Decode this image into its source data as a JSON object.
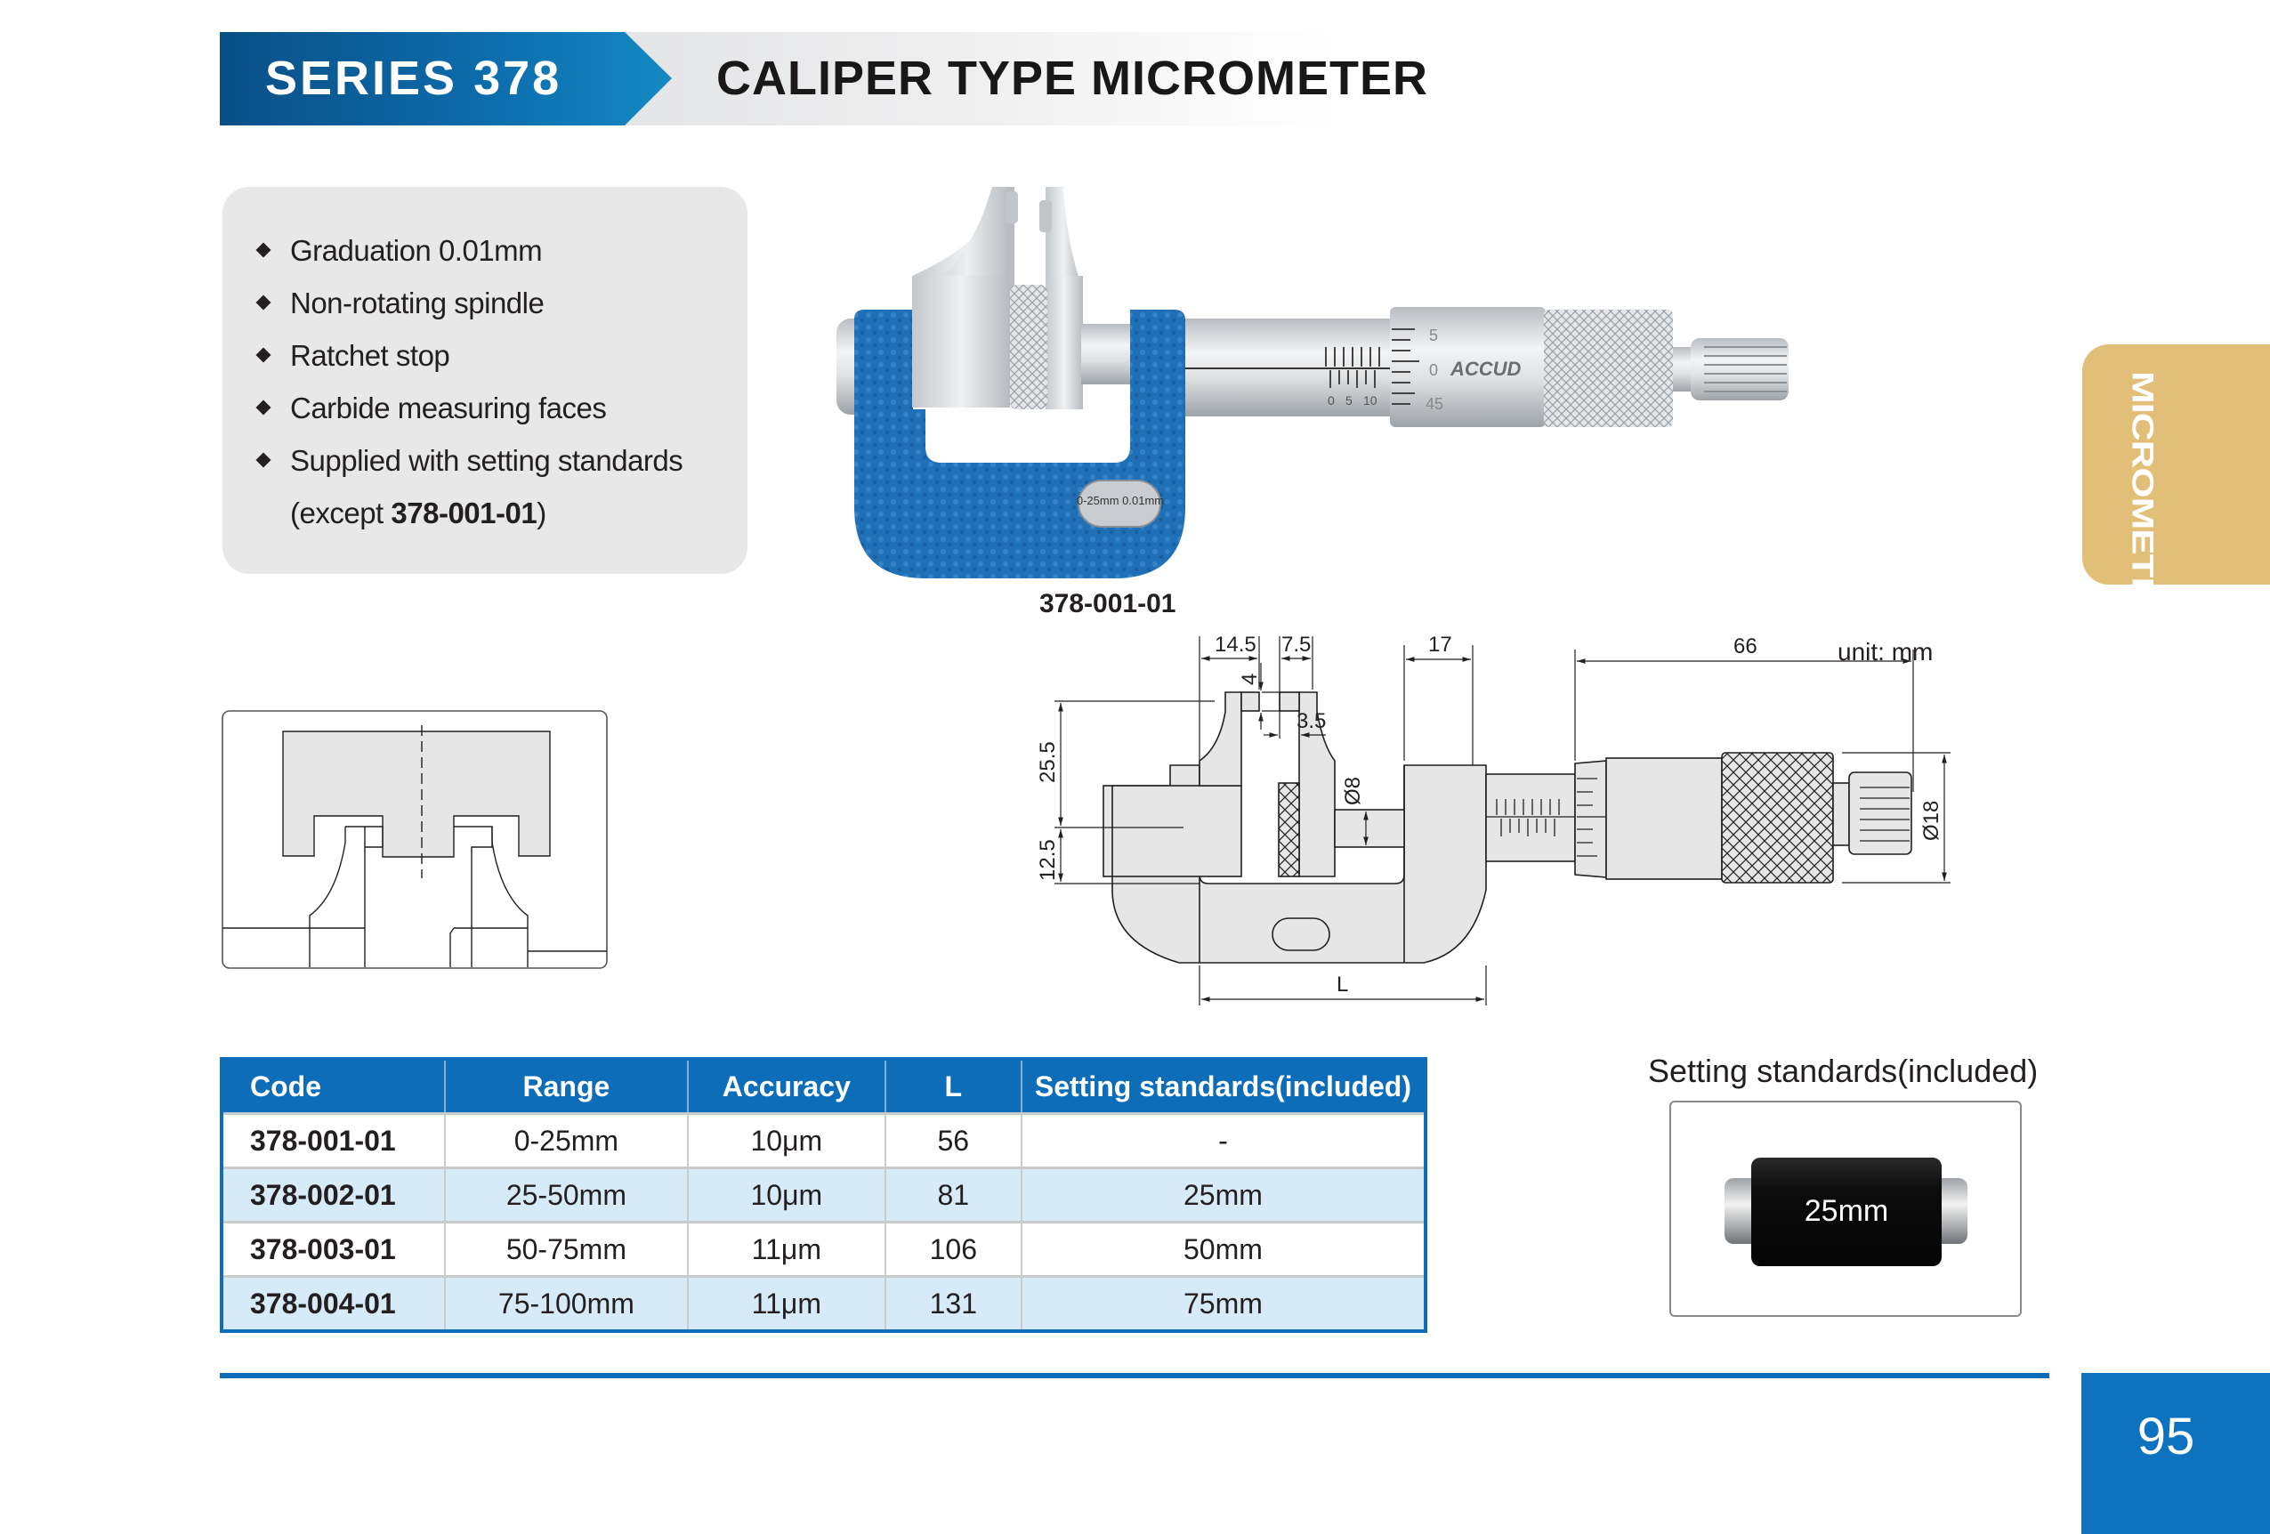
{
  "header": {
    "series_label": "SERIES 378",
    "title": "CALIPER TYPE MICROMETER",
    "colors": {
      "series_band": "#0c6aa9",
      "title_band": "#e4e5e7"
    }
  },
  "features": {
    "items": [
      {
        "text": "Graduation 0.01mm"
      },
      {
        "text": "Non-rotating spindle"
      },
      {
        "text": "Ratchet stop"
      },
      {
        "text": "Carbide measuring faces"
      },
      {
        "text": "Supplied with setting standards"
      }
    ],
    "note_prefix": "(except ",
    "note_code": "378-001-01",
    "note_suffix": ")",
    "bullet_icon": "diamond-bullet"
  },
  "product_photo": {
    "caption": "378-001-01",
    "nameplate": "0-25mm 0.01mm",
    "brand": "ACCUD",
    "thimble_marks": [
      "5",
      "0",
      "45"
    ],
    "sleeve_marks": [
      "0",
      "5",
      "10"
    ],
    "frame_color": "#1f6fb5"
  },
  "drawing": {
    "unit_label": "unit: mm",
    "dimensions": {
      "jaw_width": "14.5",
      "tip_width": "7.5",
      "tip_height": "4",
      "tip_offset": "3.5",
      "jaw_height": "25.5",
      "lower_height": "12.5",
      "spindle_dia": "Ø8",
      "sleeve_length": "17",
      "head_length": "66",
      "thimble_dia": "Ø18",
      "frame_length": "L"
    }
  },
  "spec_table": {
    "headers": [
      "Code",
      "Range",
      "Accuracy",
      "L",
      "Setting standards(included)"
    ],
    "rows": [
      {
        "code": "378-001-01",
        "range": "0-25mm",
        "accuracy": "10μm",
        "l": "56",
        "standard": "-"
      },
      {
        "code": "378-002-01",
        "range": "25-50mm",
        "accuracy": "10μm",
        "l": "81",
        "standard": "25mm"
      },
      {
        "code": "378-003-01",
        "range": "50-75mm",
        "accuracy": "11μm",
        "l": "106",
        "standard": "50mm"
      },
      {
        "code": "378-004-01",
        "range": "75-100mm",
        "accuracy": "11μm",
        "l": "131",
        "standard": "75mm"
      }
    ],
    "colors": {
      "header_bg": "#0d6db8",
      "alt_row_bg": "#d6eaf8"
    }
  },
  "setting_standards": {
    "title": "Setting standards(included)",
    "sample_label": "25mm"
  },
  "side_tab": {
    "label": "MICROMETER",
    "color": "#e2bf78"
  },
  "footer": {
    "page_number": "95",
    "accent": "#0d72c0"
  }
}
